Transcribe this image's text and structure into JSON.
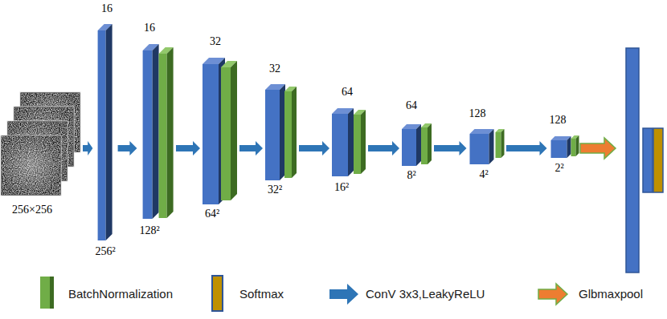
{
  "diagram": {
    "nodes": [
      {
        "text": [
          "256×256"
        ]
      },
      {
        "text": [
          "16",
          "256²"
        ]
      },
      {
        "text": [
          "16",
          "128²"
        ]
      },
      {
        "text": [
          "32",
          "64²"
        ]
      },
      {
        "text": [
          "32",
          "32²"
        ]
      },
      {
        "text": [
          "64",
          "16²"
        ]
      },
      {
        "text": [
          "64",
          "8²"
        ]
      },
      {
        "text": [
          "128",
          "4²"
        ]
      },
      {
        "text": [
          "128",
          "2²"
        ]
      }
    ],
    "edges": [
      {
        "from": 0,
        "to": 1,
        "arrow": "to"
      },
      {
        "from": 1,
        "to": 2,
        "arrow": "to"
      },
      {
        "from": 2,
        "to": 3,
        "arrow": "to"
      },
      {
        "from": 3,
        "to": 4,
        "arrow": "to"
      },
      {
        "from": 4,
        "to": 5,
        "arrow": "to"
      },
      {
        "from": 5,
        "to": 6,
        "arrow": "to"
      },
      {
        "from": 6,
        "to": 7,
        "arrow": "to"
      },
      {
        "from": 7,
        "to": 8,
        "arrow": "to"
      }
    ],
    "legend": [
      {
        "text": "BatchNormalization",
        "color": "#70ad47"
      },
      {
        "text": "Softmax",
        "color": "#bf9000"
      },
      {
        "text": "ConV 3x3,LeakyReLU"
      },
      {
        "text": "Glbmaxpool"
      }
    ]
  }
}
